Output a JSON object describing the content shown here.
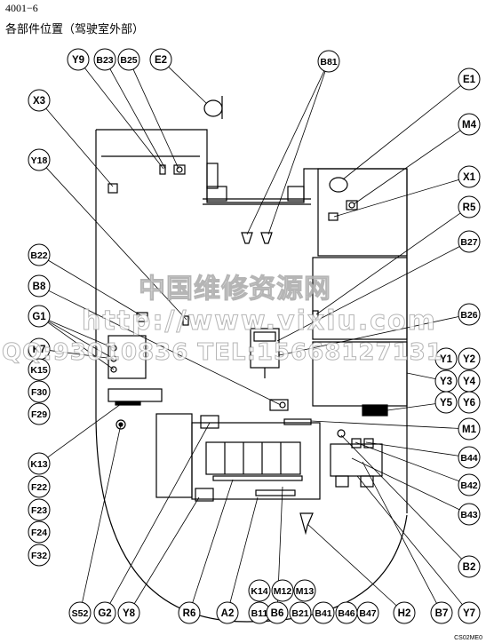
{
  "header": {
    "code": "4001−6",
    "title": "各部件位置（驾驶室外部）"
  },
  "watermark": {
    "site_cn": "中国维修资源网",
    "url": "http://www.vixiu.com",
    "contact": "QQ:93010836 TEL:15668127131"
  },
  "footer": {
    "code": "CS02ME0"
  },
  "labels": [
    {
      "id": "Y9",
      "text": "Y9"
    },
    {
      "id": "B23",
      "text": "B23"
    },
    {
      "id": "B25",
      "text": "B25"
    },
    {
      "id": "E2",
      "text": "E2"
    },
    {
      "id": "B81",
      "text": "B81"
    },
    {
      "id": "E1",
      "text": "E1"
    },
    {
      "id": "X3",
      "text": "X3"
    },
    {
      "id": "M4",
      "text": "M4"
    },
    {
      "id": "Y18",
      "text": "Y18"
    },
    {
      "id": "X1",
      "text": "X1"
    },
    {
      "id": "R5",
      "text": "R5"
    },
    {
      "id": "B27",
      "text": "B27"
    },
    {
      "id": "B22",
      "text": "B22"
    },
    {
      "id": "B8",
      "text": "B8"
    },
    {
      "id": "G1",
      "text": "G1"
    },
    {
      "id": "B26",
      "text": "B26"
    },
    {
      "id": "K7",
      "text": "K7"
    },
    {
      "id": "K15",
      "text": "K15"
    },
    {
      "id": "F30",
      "text": "F30"
    },
    {
      "id": "F29",
      "text": "F29"
    },
    {
      "id": "Y1",
      "text": "Y1"
    },
    {
      "id": "Y2",
      "text": "Y2"
    },
    {
      "id": "Y3",
      "text": "Y3"
    },
    {
      "id": "Y4",
      "text": "Y4"
    },
    {
      "id": "Y5",
      "text": "Y5"
    },
    {
      "id": "Y6",
      "text": "Y6"
    },
    {
      "id": "M1",
      "text": "M1"
    },
    {
      "id": "K13",
      "text": "K13"
    },
    {
      "id": "B44",
      "text": "B44"
    },
    {
      "id": "F22",
      "text": "F22"
    },
    {
      "id": "B42",
      "text": "B42"
    },
    {
      "id": "F23",
      "text": "F23"
    },
    {
      "id": "B43",
      "text": "B43"
    },
    {
      "id": "F24",
      "text": "F24"
    },
    {
      "id": "F32",
      "text": "F32"
    },
    {
      "id": "B2",
      "text": "B2"
    },
    {
      "id": "K14",
      "text": "K14"
    },
    {
      "id": "M12",
      "text": "M12"
    },
    {
      "id": "M13",
      "text": "M13"
    },
    {
      "id": "S52",
      "text": "S52"
    },
    {
      "id": "G2",
      "text": "G2"
    },
    {
      "id": "Y8",
      "text": "Y8"
    },
    {
      "id": "R6",
      "text": "R6"
    },
    {
      "id": "A2",
      "text": "A2"
    },
    {
      "id": "B11",
      "text": "B11"
    },
    {
      "id": "B6",
      "text": "B6"
    },
    {
      "id": "B21",
      "text": "B21"
    },
    {
      "id": "B41",
      "text": "B41"
    },
    {
      "id": "B46",
      "text": "B46"
    },
    {
      "id": "B47",
      "text": "B47"
    },
    {
      "id": "H2",
      "text": "H2"
    },
    {
      "id": "B7",
      "text": "B7"
    },
    {
      "id": "Y7",
      "text": "Y7"
    }
  ]
}
